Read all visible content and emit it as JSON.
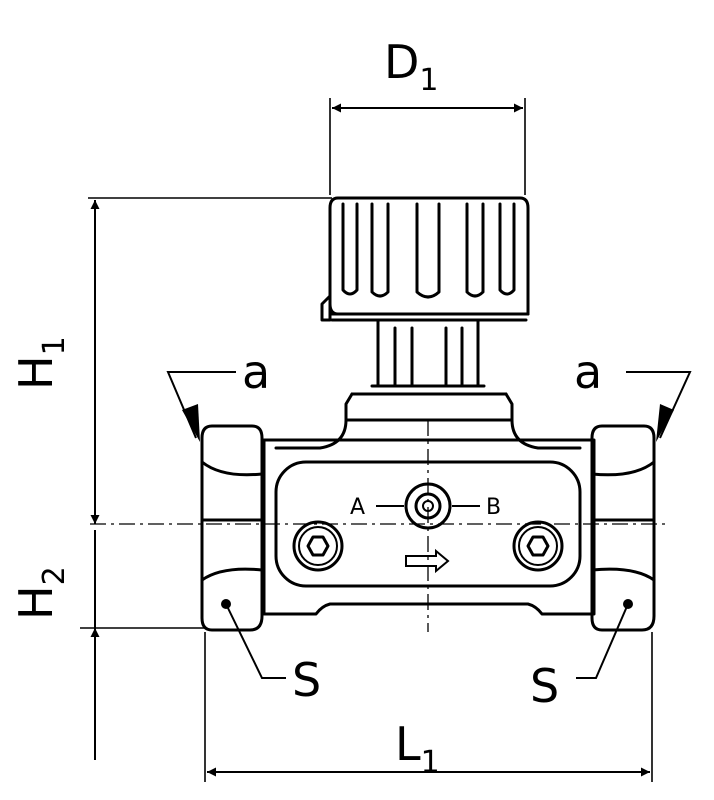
{
  "labels": {
    "d1": "D",
    "d1_sub": "1",
    "h1": "H",
    "h1_sub": "1",
    "h2": "H",
    "h2_sub": "2",
    "l1": "L",
    "l1_sub": "1",
    "a_left": "a",
    "a_right": "a",
    "s_left": "S",
    "s_right": "S",
    "port_a": "A",
    "port_b": "B"
  }
}
